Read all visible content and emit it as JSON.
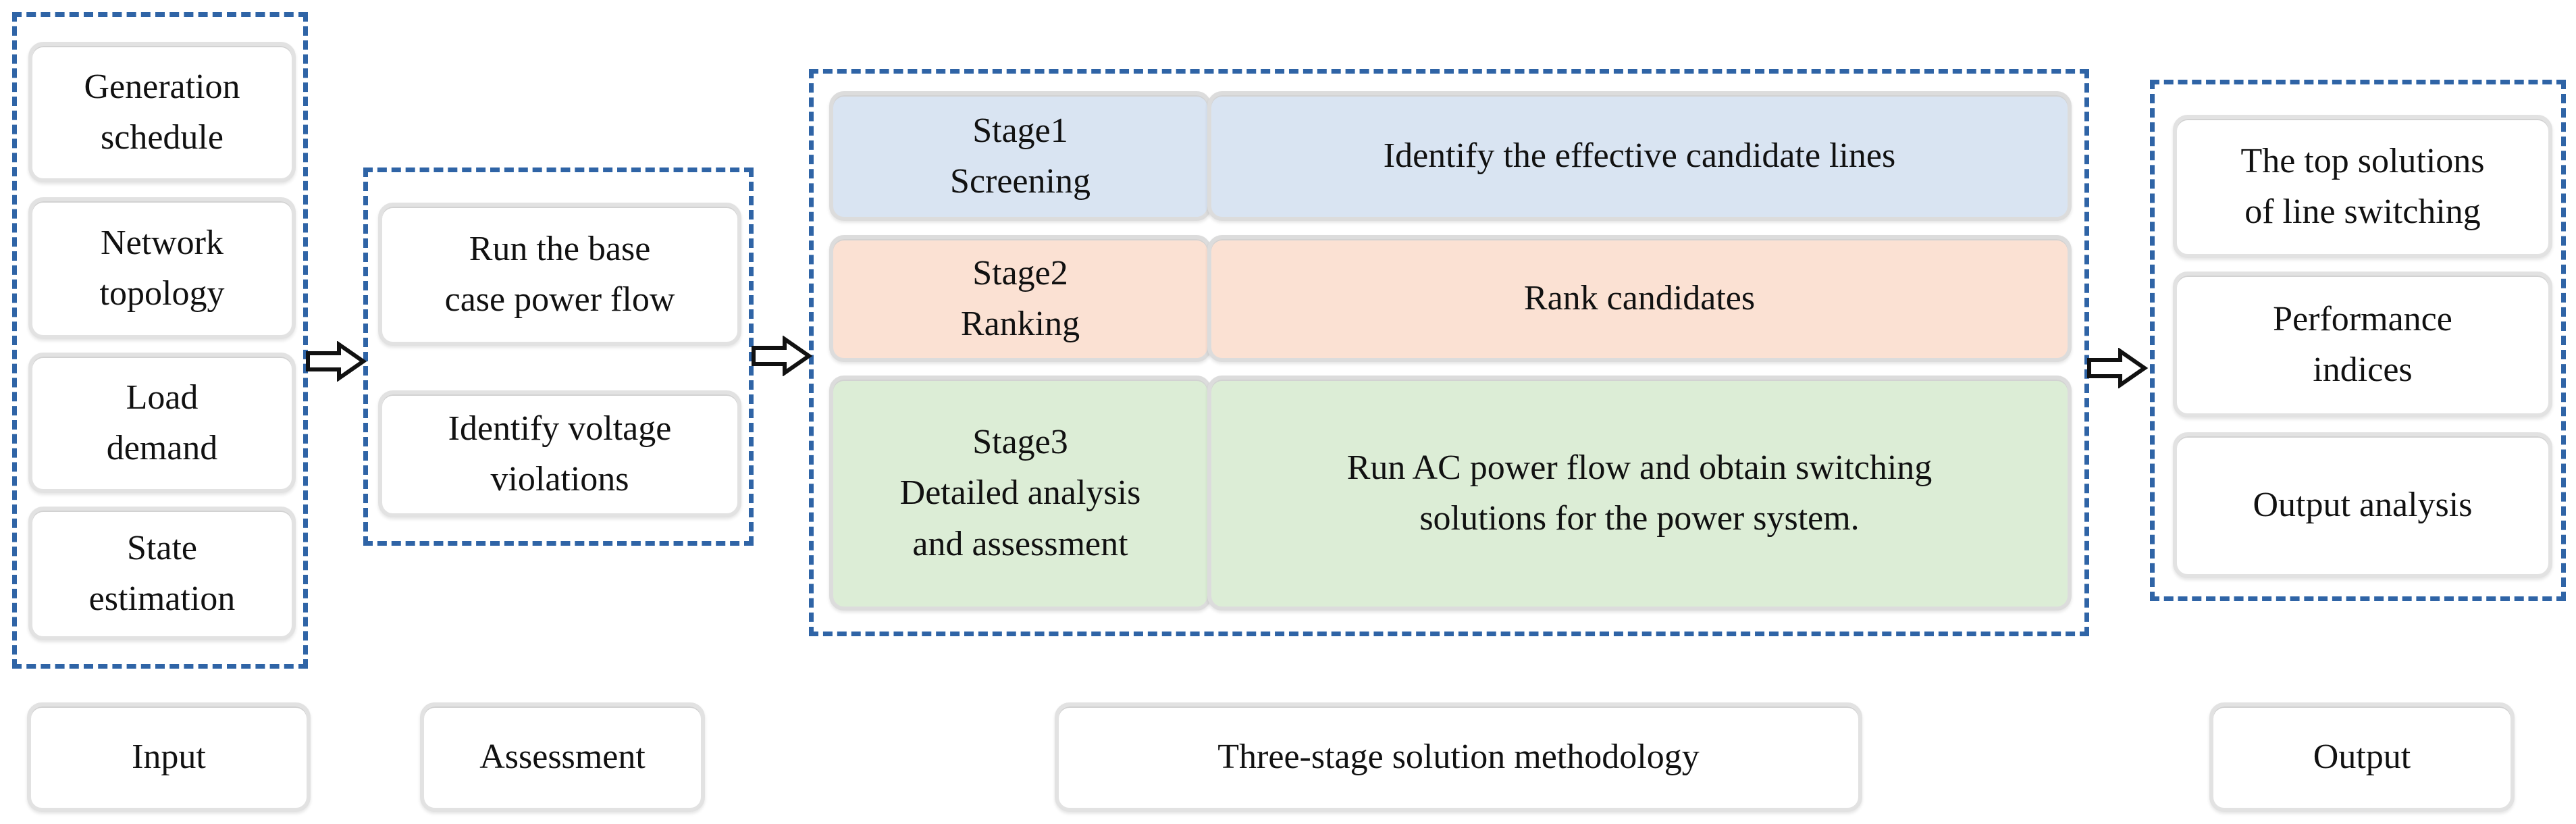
{
  "input": {
    "items": [
      "Generation\nschedule",
      "Network\ntopology",
      "Load\ndemand",
      "State\nestimation"
    ],
    "label": "Input"
  },
  "assessment": {
    "items": [
      "Run the base\ncase power flow",
      "Identify voltage\nviolations"
    ],
    "label": "Assessment"
  },
  "methodology": {
    "stages": [
      {
        "name": "Stage1\nScreening",
        "description": "Identify the effective candidate lines",
        "color": "#d9e4f2"
      },
      {
        "name": "Stage2\nRanking",
        "description": "Rank candidates",
        "color": "#fbe1d3"
      },
      {
        "name": "Stage3\nDetailed analysis\nand assessment",
        "description": "Run AC power flow and obtain switching\nsolutions  for the  power system.",
        "color": "#dcedd6"
      }
    ],
    "label": "Three-stage solution methodology"
  },
  "output": {
    "items": [
      "The top  solutions\nof line  switching",
      "Performance\nindices",
      "Output analysis"
    ],
    "label": "Output"
  },
  "colors": {
    "dashed_border": "#2f64a6",
    "box_border": "#e2e2e2"
  },
  "icons": {
    "flow_arrow": "hollow-right-arrow-icon"
  }
}
